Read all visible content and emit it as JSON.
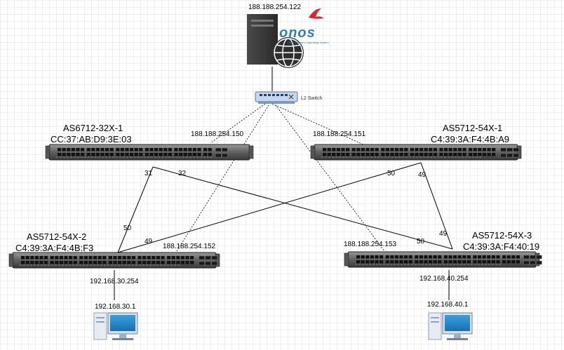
{
  "controller": {
    "ip": "188.188.254.122",
    "logo_text": "onos",
    "logo_subtitle": "Open Network Operating System",
    "icon": "server-globe-icon"
  },
  "l2switch": {
    "label": "L2 Switch",
    "icon": "ethernet-switch-icon"
  },
  "switches": [
    {
      "name": "AS6712-32X-1",
      "mac": "CC:37:AB:D9:3E:03",
      "ip": "188.188.254.150"
    },
    {
      "name": "AS5712-54X-1",
      "mac": "C4:39:3A:F4:4B:A9",
      "ip": "188.188.254.151"
    },
    {
      "name": "AS5712-54X-2",
      "mac": "C4:39:3A:F4:4B:F3",
      "ip": "188.188.254.152"
    },
    {
      "name": "AS5712-54X-3",
      "mac": "C4:39:3A:F4:40:19",
      "ip": "188.188.254.153"
    }
  ],
  "ports": {
    "s1_a": "31",
    "s1_b": "32",
    "s2_a": "50",
    "s2_b": "49",
    "s3_a": "50",
    "s3_b": "49",
    "s4_a": "50",
    "s4_b": "49"
  },
  "hosts": [
    {
      "gateway": "192.168.30.254",
      "ip": "192.168.30.1",
      "icon": "pc-icon"
    },
    {
      "gateway": "192.168.40.254",
      "ip": "192.168.40.1",
      "icon": "pc-icon"
    }
  ]
}
